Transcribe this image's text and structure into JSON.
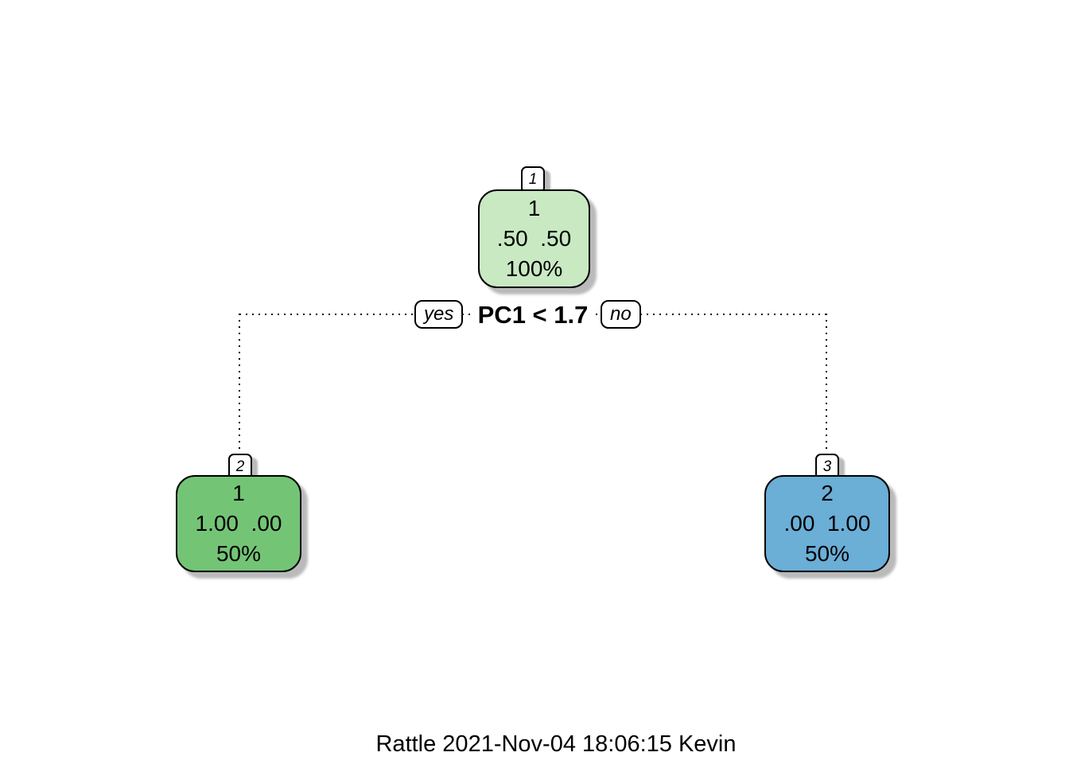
{
  "tree": {
    "split": {
      "condition": "PC1 < 1.7",
      "yes_label": "yes",
      "no_label": "no"
    },
    "nodes": {
      "root": {
        "number": "1",
        "class": "1",
        "probs": ".50  .50",
        "coverage": "100%",
        "fill": "#c8e9c2"
      },
      "left": {
        "number": "2",
        "class": "1",
        "probs": "1.00  .00",
        "coverage": "50%",
        "fill": "#74c476"
      },
      "right": {
        "number": "3",
        "class": "2",
        "probs": ".00  1.00",
        "coverage": "50%",
        "fill": "#6baed6"
      }
    }
  },
  "caption": {
    "text": "Rattle 2021-Nov-04 18:06:15 Kevin"
  },
  "colors": {
    "branch_line": "#000000",
    "node_border": "#000000",
    "shadow": "#bababa",
    "background": "#ffffff"
  }
}
